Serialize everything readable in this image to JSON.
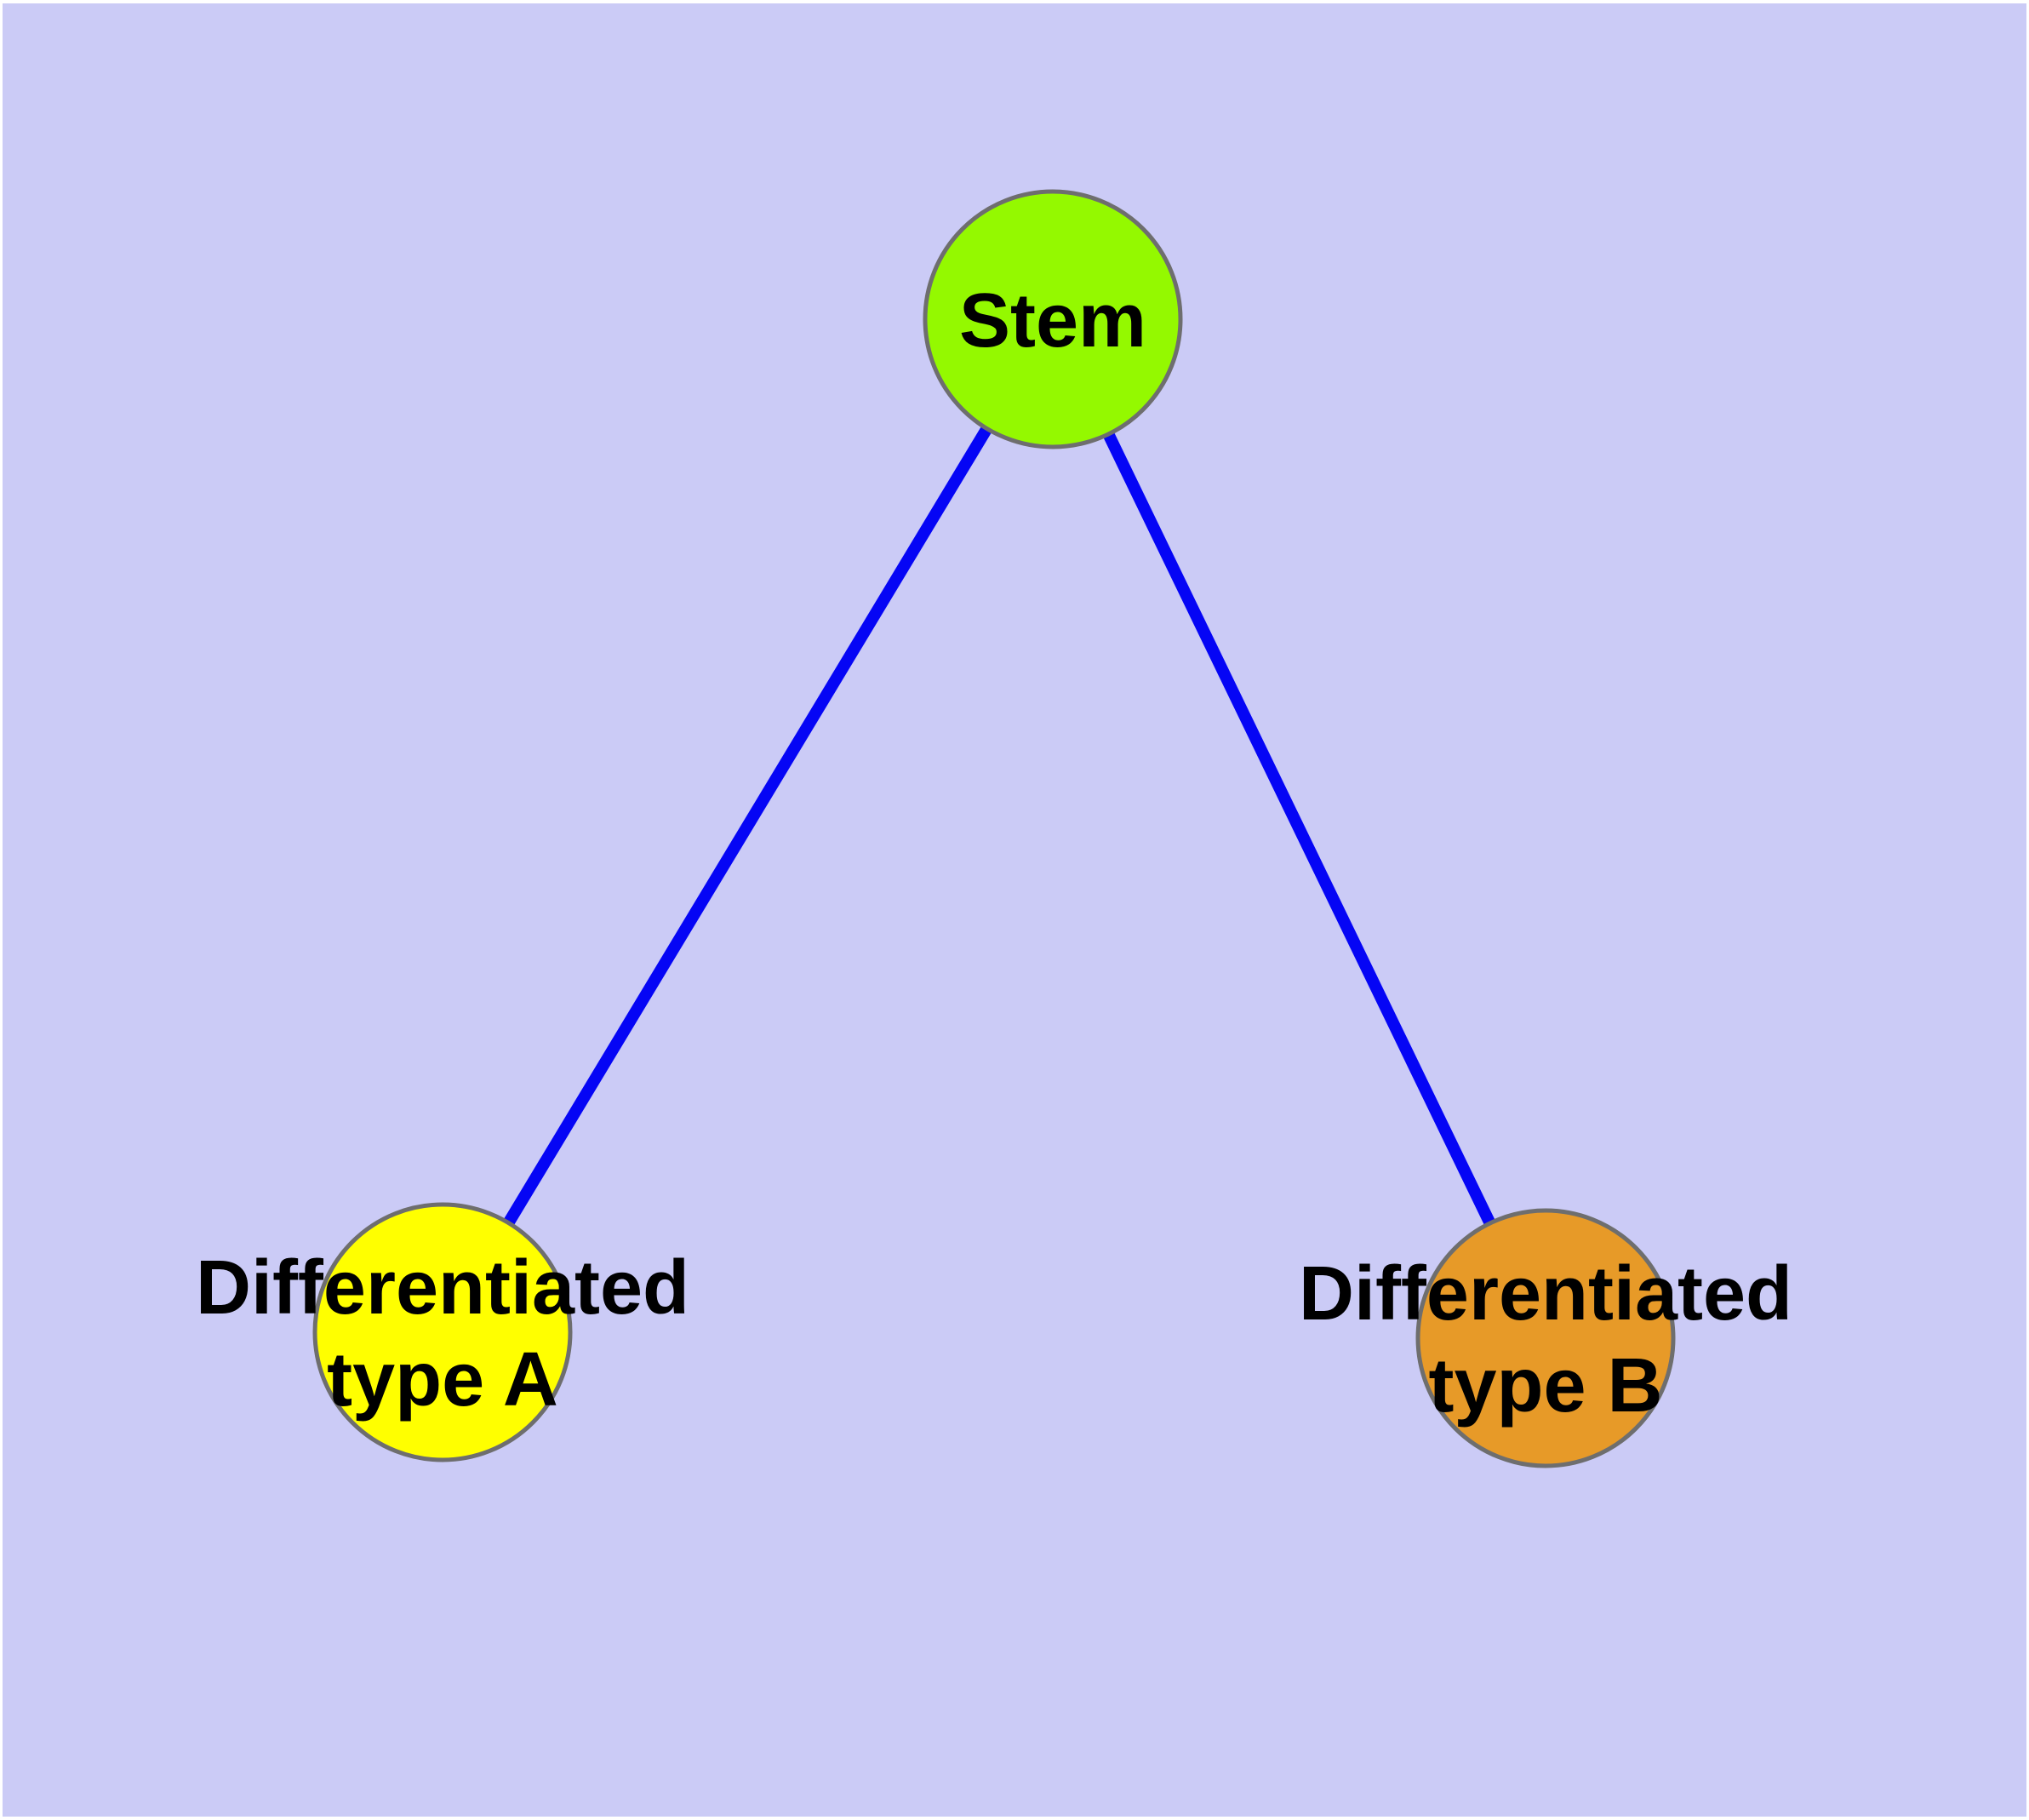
{
  "diagram": {
    "type": "node-link-graph",
    "description": "Cell differentiation tree: one stem node branching to two differentiated cell types",
    "background_color": "#CBCBF6",
    "frame_color": "#FFFFFF",
    "edge_color": "#0505F5",
    "node_border_color": "#6E6E6E",
    "label_color": "#000000",
    "nodes": [
      {
        "id": "stem",
        "label": "Stem",
        "color": "#94F900"
      },
      {
        "id": "differentiated-type-a",
        "label_line1": "Differentiated",
        "label_line2": "type A",
        "color": "#FFFF00"
      },
      {
        "id": "differentiated-type-b",
        "label_line1": "Differentiated",
        "label_line2": "type B",
        "color": "#E79A28"
      }
    ],
    "edges": [
      {
        "from": "Stem",
        "to": "Differentiated type A"
      },
      {
        "from": "Stem",
        "to": "Differentiated type B"
      }
    ]
  }
}
